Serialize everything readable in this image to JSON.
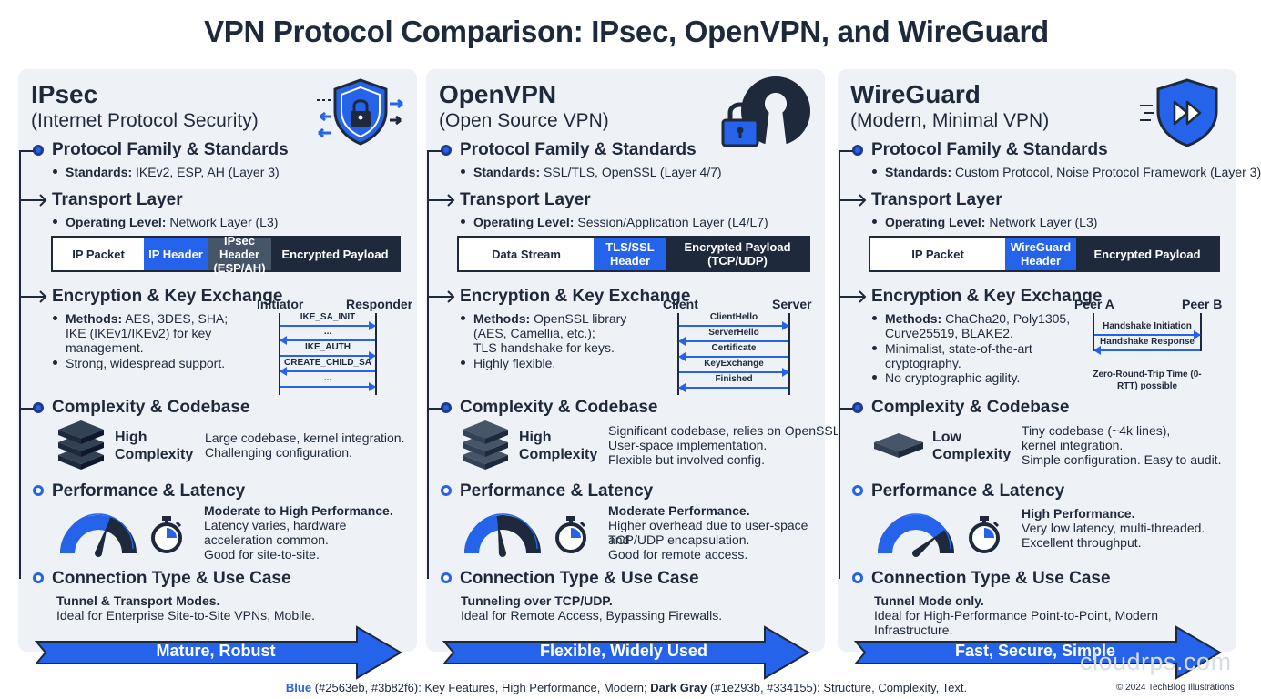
{
  "title": "VPN Protocol Comparison: IPsec, OpenVPN, and WireGuard",
  "section_titles": {
    "protocol": "Protocol Family & Standards",
    "transport": "Transport Layer",
    "encryption": "Encryption & Key Exchange",
    "complexity": "Complexity & Codebase",
    "performance": "Performance & Latency",
    "connection": "Connection Type & Use Case"
  },
  "columns": [
    {
      "name": "IPsec",
      "subtitle": "(Internet Protocol Security)",
      "logo_icon": "shield-lock-arrows-icon",
      "standards_label": "Standards:",
      "standards_value": " IKEv2, ESP, AH (Layer 3)",
      "operating_label": "Operating Level:",
      "operating_value": " Network Layer (L3)",
      "packet": [
        "IP Packet",
        "IP Header",
        "IPsec Header (ESP/AH)",
        "Encrypted Payload"
      ],
      "methods_label": "Methods:",
      "methods_lines": [
        " AES, 3DES, SHA;",
        "IKE (IKEv1/IKEv2) for key",
        "management."
      ],
      "enc_bullets": [
        "Strong, widespread support."
      ],
      "seq_left": "Initiator",
      "seq_right": "Responder",
      "seq_messages": [
        "IKE_SA_INIT",
        "...",
        "IKE_AUTH",
        "CREATE_CHILD_SA",
        "..."
      ],
      "complexity_label": "High Complexity",
      "complexity_desc": [
        "Large codebase, kernel integration.",
        "Challenging configuration."
      ],
      "perf_head": "Moderate to High Performance.",
      "perf_lines": [
        "Latency varies, hardware",
        "acceleration common.",
        "Good for site-to-site."
      ],
      "gauge_level": 0.6,
      "conn_head": "Tunnel & Transport Modes.",
      "conn_line": "Ideal for Enterprise Site-to-Site VPNs, Mobile.",
      "banner": "Mature, Robust"
    },
    {
      "name": "OpenVPN",
      "subtitle": "(Open Source VPN)",
      "logo_icon": "openvpn-keyhole-padlock-icon",
      "standards_label": "Standards:",
      "standards_value": " SSL/TLS, OpenSSL (Layer 4/7)",
      "operating_label": "Operating Level:",
      "operating_value": " Session/Application Layer (L4/L7)",
      "packet": [
        "Data Stream",
        "TLS/SSL Header",
        "Encrypted Payload (TCP/UDP)"
      ],
      "methods_label": "Methods:",
      "methods_lines": [
        " OpenSSL library",
        "(AES, Camellia, etc.);",
        "TLS handshake for keys."
      ],
      "enc_bullets": [
        "Highly flexible."
      ],
      "seq_left": "Client",
      "seq_right": "Server",
      "seq_messages": [
        "ClientHello",
        "ServerHello",
        "Certificate",
        "KeyExchange",
        "Finished"
      ],
      "complexity_label": "High Complexity",
      "complexity_desc": [
        "Significant codebase, relies on OpenSSL.",
        "User-space implementation.",
        "Flexible but involved config."
      ],
      "perf_head": "Moderate Performance.",
      "perf_lines": [
        "Higher overhead due to user-space and",
        "TCP/UDP encapsulation.",
        "Good for remote access."
      ],
      "gauge_level": 0.45,
      "conn_head": "Tunneling over TCP/UDP.",
      "conn_line": "Ideal for Remote Access, Bypassing Firewalls.",
      "banner": "Flexible, Widely Used"
    },
    {
      "name": "WireGuard",
      "subtitle": "(Modern, Minimal VPN)",
      "logo_icon": "shield-fast-forward-icon",
      "standards_label": "Standards:",
      "standards_value": " Custom Protocol, Noise Protocol Framework (Layer 3)",
      "operating_label": "Operating Level:",
      "operating_value": " Network Layer (L3)",
      "packet": [
        "IP Packet",
        "WireGuard Header",
        "Encrypted Payload"
      ],
      "methods_label": "Methods:",
      "methods_lines": [
        " ChaCha20, Poly1305,",
        "Curve25519, BLAKE2."
      ],
      "enc_bullets": [
        "Minimalist, state-of-the-art",
        "cryptography.",
        "No cryptographic agility."
      ],
      "seq_left": "Peer A",
      "seq_right": "Peer B",
      "seq_messages": [
        "Handshake Initiation",
        "Handshake Response"
      ],
      "seq_note": "Zero-Round-Trip Time (0-RTT) possible",
      "complexity_label": "Low Complexity",
      "complexity_desc": [
        "Tiny codebase (~4k lines),",
        "kernel integration.",
        "Simple configuration. Easy to audit."
      ],
      "perf_head": "High Performance.",
      "perf_lines": [
        "Very low latency, multi-threaded.",
        "Excellent throughput."
      ],
      "gauge_level": 0.78,
      "conn_head": "Tunnel Mode only.",
      "conn_line": "Ideal for High-Performance Point-to-Point, Modern Infrastructure.",
      "banner": "Fast, Secure, Simple"
    }
  ],
  "legend": {
    "blue_label": "Blue",
    "blue_codes": " (#2563eb, #3b82f6)",
    "blue_desc": ": Key Features, High Performance, Modern; ",
    "gray_label": "Dark Gray",
    "gray_codes": " (#1e293b, #334155)",
    "gray_desc": ": Structure, Complexity, Text."
  },
  "watermark": "cloudrps.com",
  "copyright": "© 2024 TechBlog Illustrations",
  "colors": {
    "blue": "#2563eb",
    "blue_light": "#3b82f6",
    "dark": "#1e293b",
    "slate": "#334155",
    "panel": "#eef1f6"
  }
}
